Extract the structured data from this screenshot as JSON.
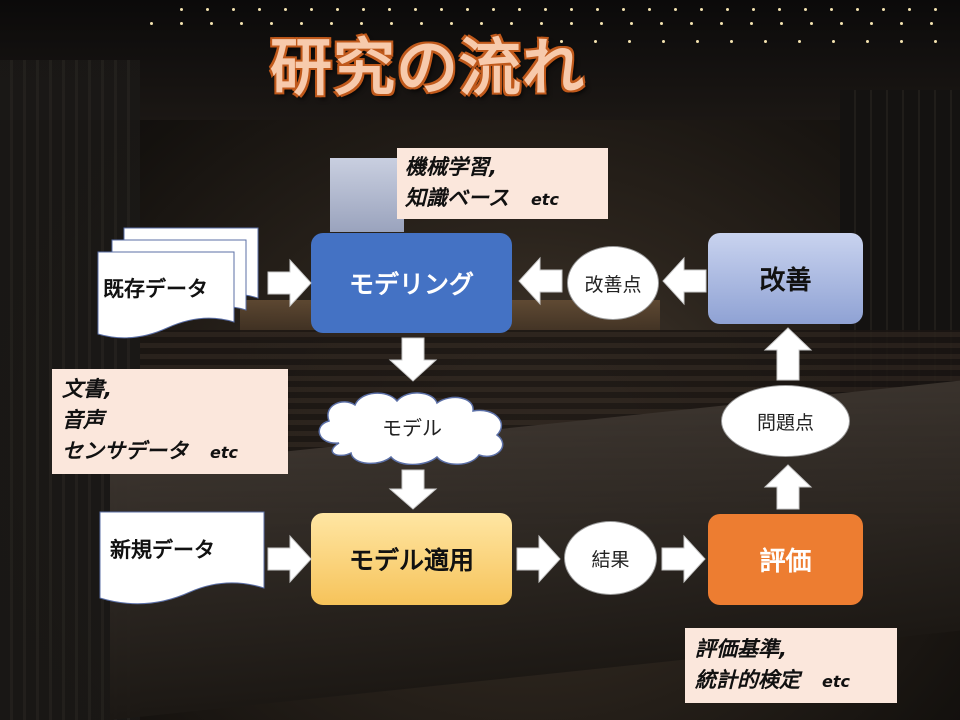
{
  "title": "研究の流れ",
  "notes": {
    "modeling_methods": {
      "line1": "機械学習,",
      "line2": "知識ベース",
      "etc": "etc"
    },
    "data_kinds": {
      "line1": "文書,",
      "line2": "音声",
      "line3": "センサデータ",
      "etc": "etc"
    },
    "evaluation_methods": {
      "line1": "評価基準,",
      "line2": "統計的検定",
      "etc": "etc"
    }
  },
  "data_sources": {
    "existing": "既存データ",
    "new": "新規データ"
  },
  "boxes": {
    "modeling": "モデリング",
    "improvement": "改善",
    "model_application": "モデル適用",
    "evaluation": "評価"
  },
  "cloud": {
    "model": "モデル"
  },
  "circles": {
    "improvement_points": "改善点",
    "problems": "問題点",
    "results": "結果"
  },
  "colors": {
    "title_fill": "#f7caac",
    "title_outline": "#c0591b",
    "note_bg": "#fbe7dc",
    "modeling": "#4472c4",
    "improvement": "#8fa2d4",
    "model_application": "#f6c35a",
    "evaluation": "#ed7d31"
  }
}
